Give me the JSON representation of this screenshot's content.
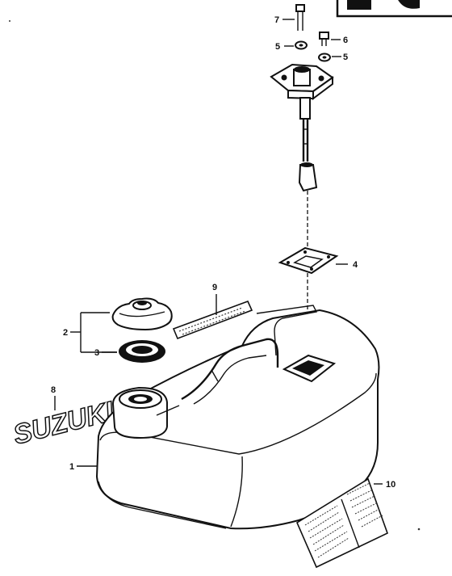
{
  "callouts": {
    "c1": "1",
    "c2": "2",
    "c3": "3",
    "c4": "4",
    "c5a": "5",
    "c5b": "5",
    "c6": "6",
    "c7": "7",
    "c8": "8",
    "c9": "9",
    "c10": "10"
  },
  "brand_logo": "SUZUKI"
}
